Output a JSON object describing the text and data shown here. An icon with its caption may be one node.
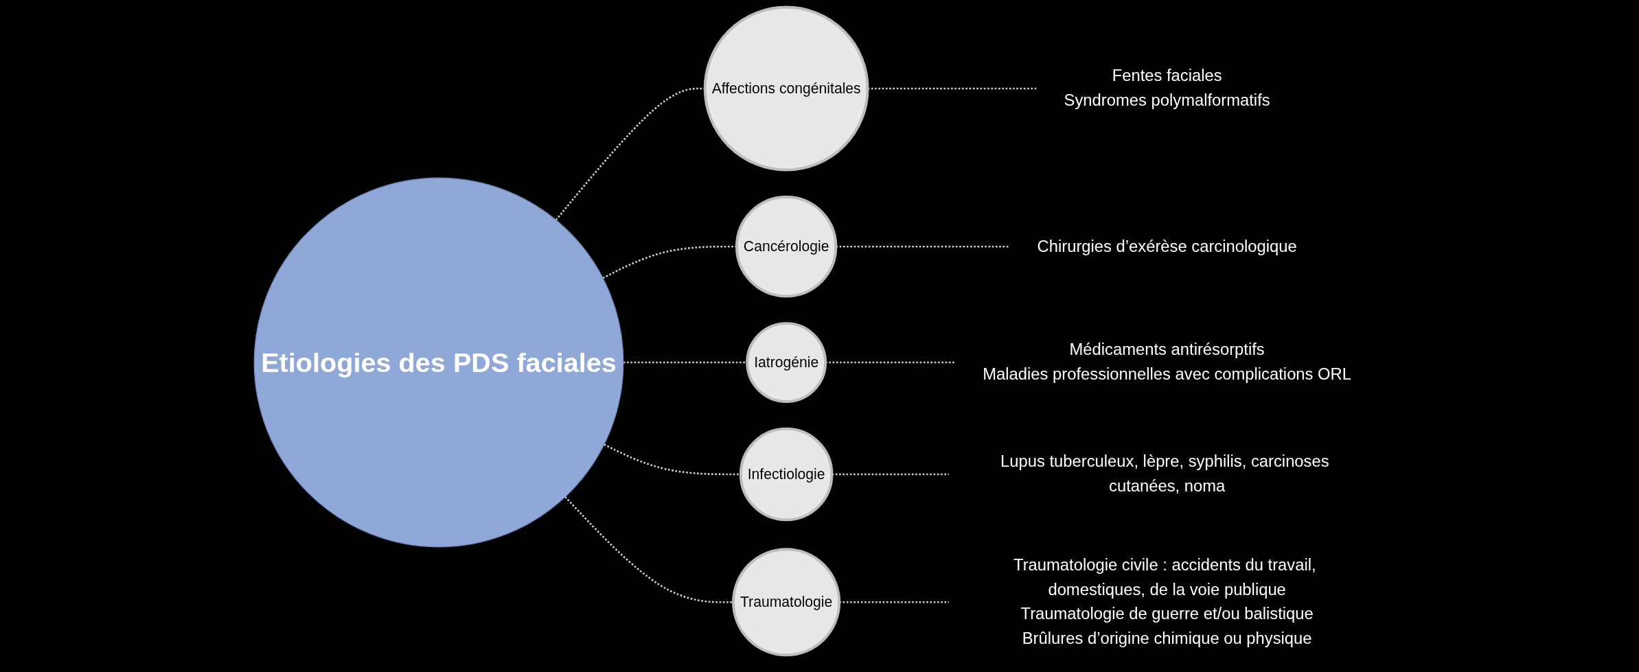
{
  "diagram": {
    "nodes": [
      {
        "text": [
          "Etiologies des PDS faciales"
        ]
      },
      {
        "text": [
          "Affections congénitales"
        ]
      },
      {
        "text": [
          "Cancérologie"
        ]
      },
      {
        "text": [
          "Iatrogénie"
        ]
      },
      {
        "text": [
          "Infectiologie"
        ]
      },
      {
        "text": [
          "Traumatologie"
        ]
      },
      {
        "text": [
          "Fentes faciales",
          "Syndromes polymalformatifs"
        ]
      },
      {
        "text": [
          "Chirurgies d’exérèse carcinologique"
        ]
      },
      {
        "text": [
          "Médicaments antirésorptifs",
          "Maladies professionnelles avec complications ORL"
        ]
      },
      {
        "text": [
          "Lupus tuberculeux, lèpre, syphilis, carcinoses cutanées, noma"
        ]
      },
      {
        "text": [
          "Traumatologie civile : accidents du travail, domestiques, de la voie publique",
          "Traumatologie de guerre et/ou balistique",
          "Brûlures d’origine chimique ou physique"
        ]
      }
    ],
    "edges": [
      {
        "from": 0,
        "to": 1,
        "arrow": "none",
        "style": "dashed"
      },
      {
        "from": 0,
        "to": 2,
        "arrow": "none",
        "style": "dashed"
      },
      {
        "from": 0,
        "to": 3,
        "arrow": "none",
        "style": "dashed"
      },
      {
        "from": 0,
        "to": 4,
        "arrow": "none",
        "style": "dashed"
      },
      {
        "from": 0,
        "to": 5,
        "arrow": "none",
        "style": "dashed"
      },
      {
        "from": 1,
        "to": 6,
        "arrow": "none",
        "style": "dashed"
      },
      {
        "from": 2,
        "to": 7,
        "arrow": "none",
        "style": "dashed"
      },
      {
        "from": 3,
        "to": 8,
        "arrow": "none",
        "style": "dashed"
      },
      {
        "from": 4,
        "to": 9,
        "arrow": "none",
        "style": "dashed"
      },
      {
        "from": 5,
        "to": 10,
        "arrow": "none",
        "style": "dashed"
      }
    ]
  }
}
